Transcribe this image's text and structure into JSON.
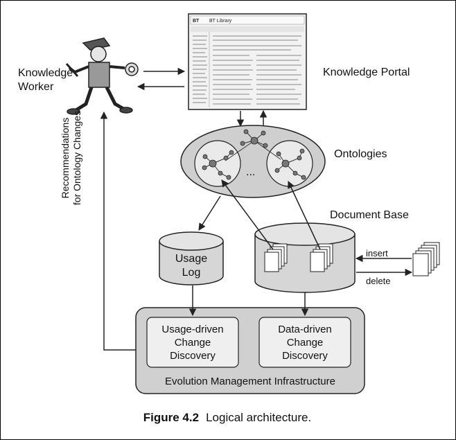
{
  "labels": {
    "knowledge_worker": [
      "Knowledge",
      "Worker"
    ],
    "knowledge_portal": "Knowledge Portal",
    "ontologies": "Ontologies",
    "ellipsis": "...",
    "document_base": "Document Base",
    "usage_log": [
      "Usage",
      "Log"
    ],
    "insert": "insert",
    "delete": "delete",
    "recommendations": [
      "Recommendations",
      "for Ontology Changes"
    ],
    "usage_driven": [
      "Usage-driven",
      "Change",
      "Discovery"
    ],
    "data_driven": [
      "Data-driven",
      "Change",
      "Discovery"
    ],
    "infrastructure": "Evolution Management Infrastructure"
  },
  "portal_screenshot": {
    "logo": "BT",
    "title": "BT Library"
  },
  "caption": {
    "figure": "Figure 4.2",
    "title": "Logical architecture."
  },
  "colors": {
    "infrastructure_fill": "#d0d0d0",
    "inner_box_fill": "#efefef",
    "ontology_fill": "#cfcfcf",
    "db_fill": "#d6d6d6",
    "line": "#222222"
  }
}
